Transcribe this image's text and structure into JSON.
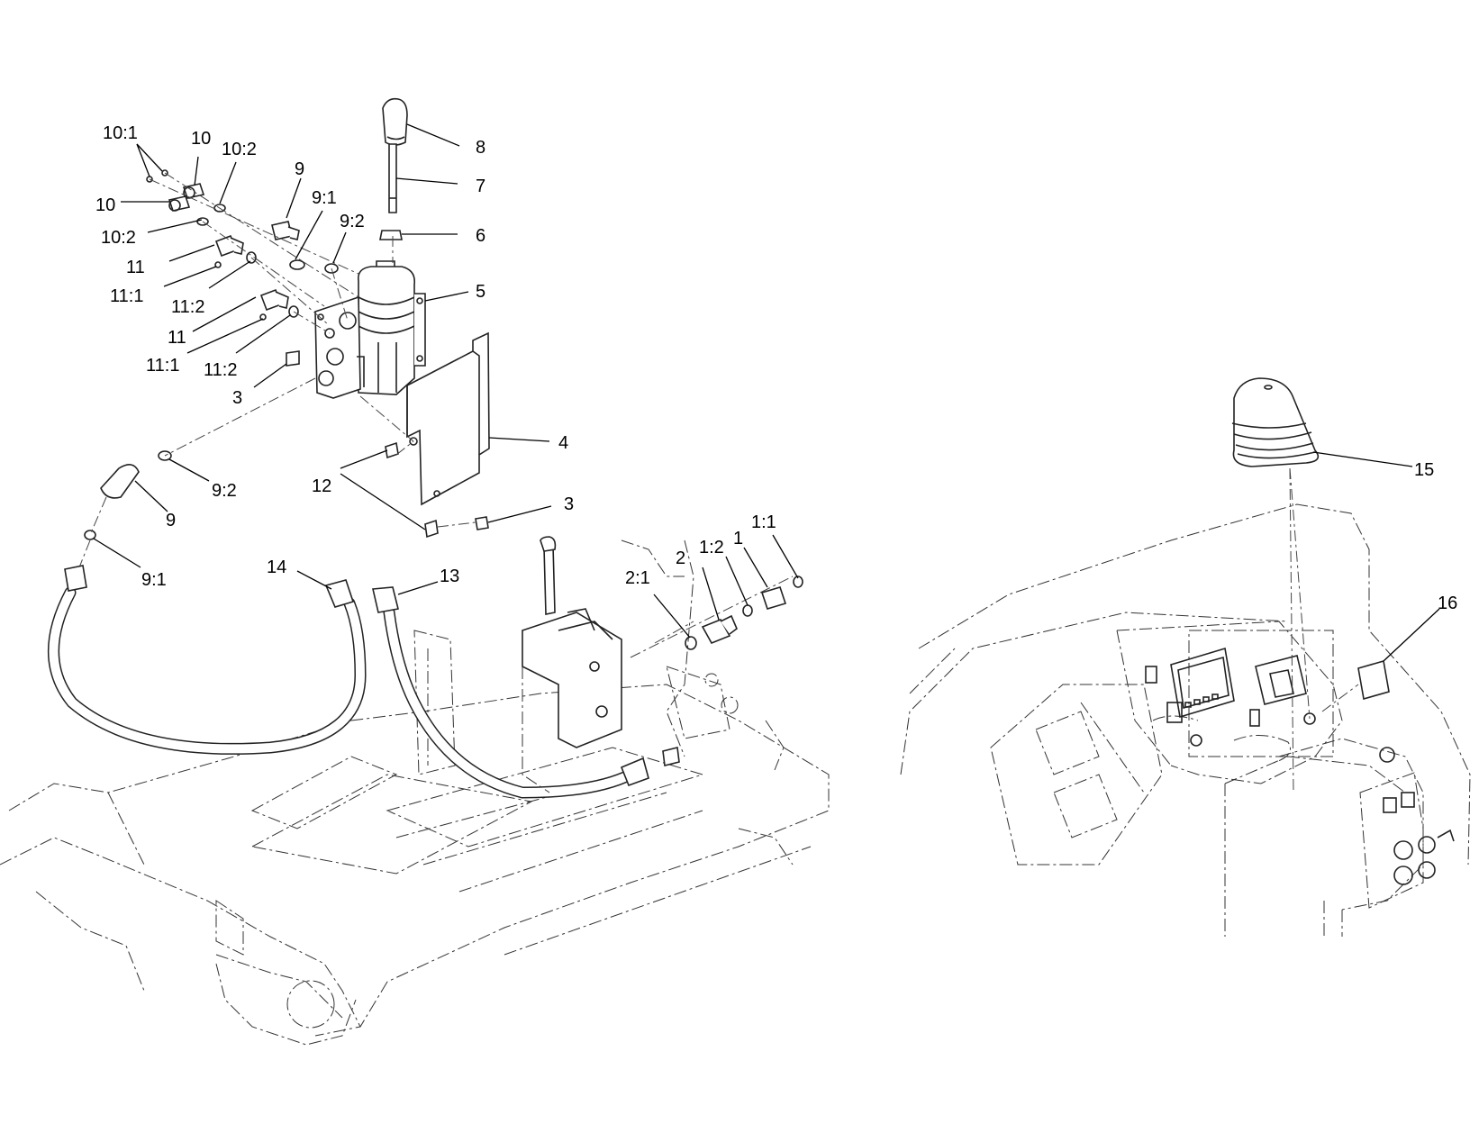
{
  "callouts": {
    "c1": "1",
    "c1_1": "1:1",
    "c1_2": "1:2",
    "c2": "2",
    "c2_1": "2:1",
    "c3a": "3",
    "c3b": "3",
    "c4": "4",
    "c5": "5",
    "c6": "6",
    "c7": "7",
    "c8": "8",
    "c9a": "9",
    "c9b": "9",
    "c9_1a": "9:1",
    "c9_1b": "9:1",
    "c9_2a": "9:2",
    "c9_2b": "9:2",
    "c10a": "10",
    "c10b": "10",
    "c10_1": "10:1",
    "c10_2a": "10:2",
    "c10_2b": "10:2",
    "c11a": "11",
    "c11b": "11",
    "c11_1a": "11:1",
    "c11_1b": "11:1",
    "c11_2a": "11:2",
    "c11_2b": "11:2",
    "c12": "12",
    "c13": "13",
    "c14": "14",
    "c15": "15",
    "c16": "16"
  }
}
